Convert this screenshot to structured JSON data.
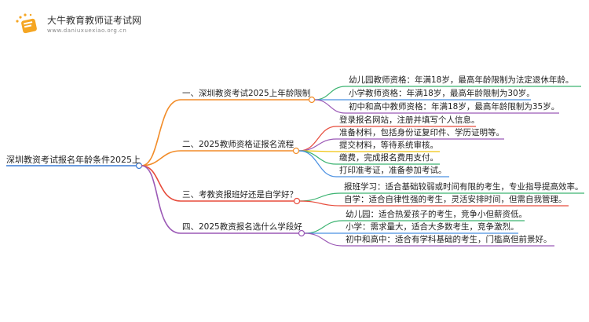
{
  "brand": {
    "title": "大牛教育教师证考试网",
    "url": "www.daniuxuexiao.org.cn"
  },
  "root": "深圳教资考试报名年龄条件2025上",
  "branches": [
    {
      "label": "一、深圳教资考试2025上年龄限制",
      "color": "#f28c28",
      "leaves": [
        {
          "text": "幼儿园教师资格：年满18岁，最高年龄限制为法定退休年龄。",
          "color": "#3cb371"
        },
        {
          "text": "小学教师资格：年满18岁，最高年龄限制为30岁。",
          "color": "#4a90e2"
        },
        {
          "text": "初中和高中教师资格：年满18岁，最高年龄限制为35岁。",
          "color": "#9b59b6"
        }
      ]
    },
    {
      "label": "二、2025教师资格证报名流程",
      "color": "#f28c28",
      "leaves": [
        {
          "text": "登录报名网站，注册并填写个人信息。",
          "color": "#e74c3c"
        },
        {
          "text": "准备材料，包括身份证复印件、学历证明等。",
          "color": "#9b59b6"
        },
        {
          "text": "提交材料，等待系统审核。",
          "color": "#f1c40f"
        },
        {
          "text": "缴费，完成报名费用支付。",
          "color": "#3cb371"
        },
        {
          "text": "打印准考证，准备参加考试。",
          "color": "#4a90e2"
        }
      ]
    },
    {
      "label": "三、考教资报班好还是自学好？",
      "color": "#e74c3c",
      "leaves": [
        {
          "text": "报班学习：适合基础较弱或时间有限的考生，专业指导提高效率。",
          "color": "#3cb371"
        },
        {
          "text": "自学：适合自律性强的考生，灵活安排时间，但需自我管理。",
          "color": "#e74c3c"
        }
      ]
    },
    {
      "label": "四、2025教资报名选什么学段好",
      "color": "#9b59b6",
      "leaves": [
        {
          "text": "幼儿园：适合热爱孩子的考生，竞争小但薪资低。",
          "color": "#3cb371"
        },
        {
          "text": "小学：需求量大，适合大多数考生，竞争激烈。",
          "color": "#4a90e2"
        },
        {
          "text": "初中和高中：适合有学科基础的考生，门槛高但前景好。",
          "color": "#9b59b6"
        }
      ]
    }
  ]
}
